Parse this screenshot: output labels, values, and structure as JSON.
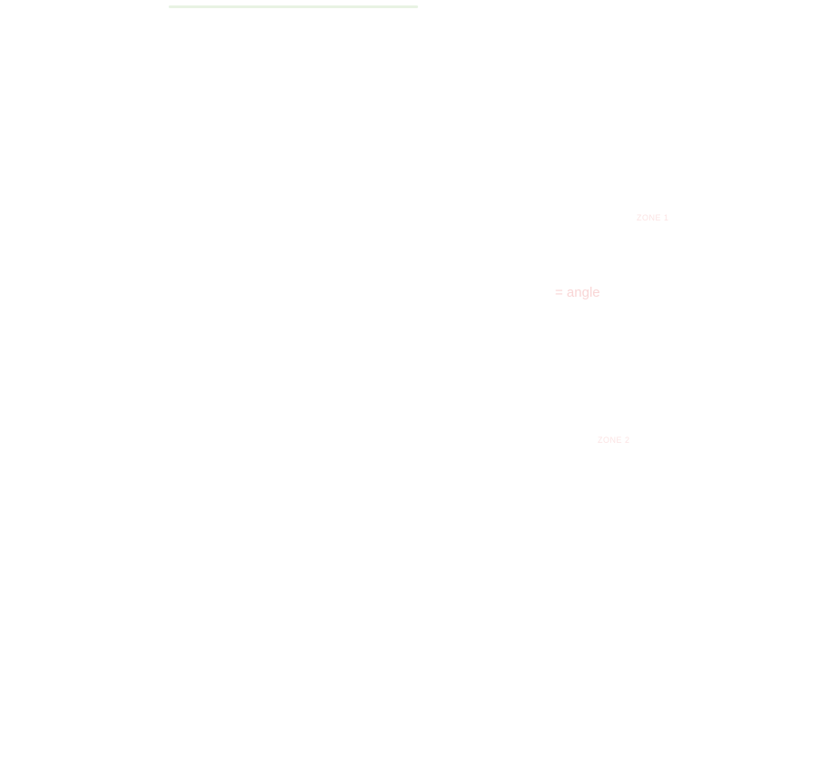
{
  "diagram": {
    "header_bar_color": "#e8f3e3",
    "label_color": "#fbe3e3",
    "labels": {
      "zone_1": "ZONE 1",
      "angle": "= angle",
      "zone_2": "ZONE 2"
    }
  }
}
